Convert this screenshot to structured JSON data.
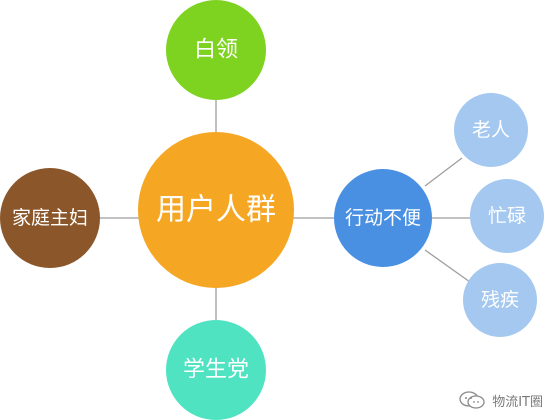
{
  "diagram": {
    "center": {
      "label": "用户人群",
      "color": "#f5a623"
    },
    "branches": [
      {
        "key": "top",
        "label": "白领",
        "color": "#7ed321"
      },
      {
        "key": "bottom",
        "label": "学生党",
        "color": "#50e3c2"
      },
      {
        "key": "left",
        "label": "家庭主妇",
        "color": "#8b572a"
      },
      {
        "key": "right",
        "label": "行动不便",
        "color": "#4a90e2"
      }
    ],
    "sub_branches": [
      {
        "key": "elderly",
        "label": "老人",
        "color": "#a4c8f0"
      },
      {
        "key": "busy",
        "label": "忙碌",
        "color": "#a4c8f0"
      },
      {
        "key": "disabled",
        "label": "残疾",
        "color": "#a4c8f0"
      }
    ],
    "link_color": "#9e9e9e"
  },
  "watermark": {
    "text": "物流IT圈",
    "icon": "wechat-icon"
  }
}
